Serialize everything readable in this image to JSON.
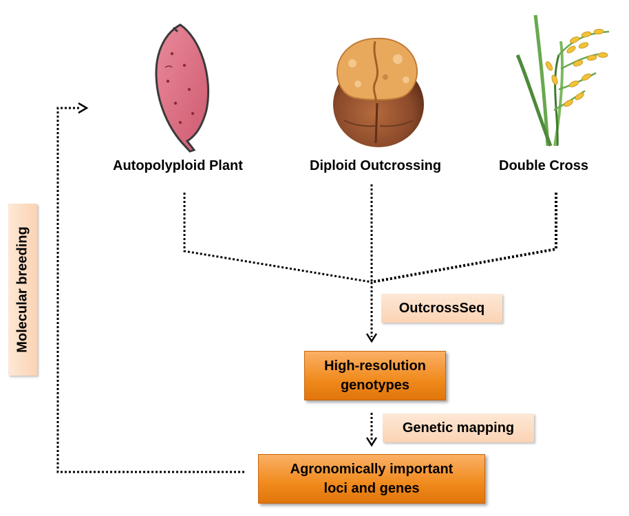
{
  "plants": [
    {
      "label": "Autopolyploid Plant",
      "icon": "sweet-potato-icon"
    },
    {
      "label": "Diploid Outcrossing",
      "icon": "walnut-icon"
    },
    {
      "label": "Double Cross",
      "icon": "rice-plant-icon"
    }
  ],
  "steps": {
    "method_label": "OutcrossSeq",
    "genotypes_line1": "High-resolution",
    "genotypes_line2": "genotypes",
    "mapping_label": "Genetic mapping",
    "result_line1": "Agronomically important",
    "result_line2": "loci and genes"
  },
  "feedback_label": "Molecular breeding",
  "colors": {
    "box_orange": "#f08a1c",
    "tag_peach": "#fbd3b4",
    "sweet_potato": "#d9667a",
    "walnut_shell": "#8b4a2b",
    "walnut_kernel": "#e8a95c",
    "rice_grain": "#f2c23a",
    "rice_leaf": "#6aa84f"
  }
}
